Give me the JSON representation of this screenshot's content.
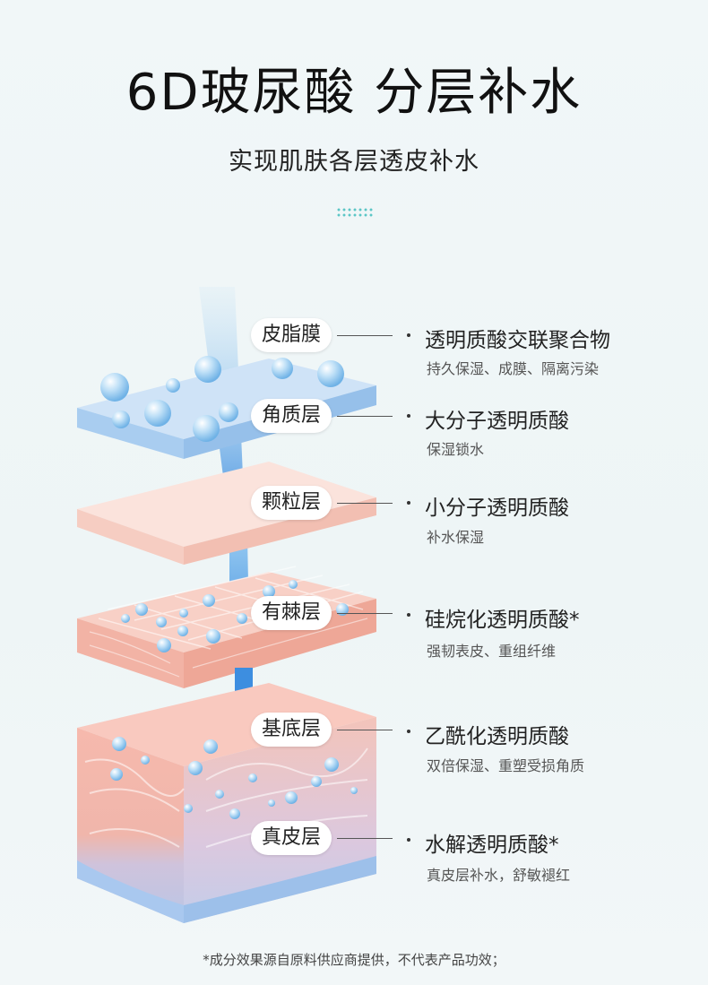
{
  "header": {
    "title": "6D玻尿酸 分层补水",
    "subtitle": "实现肌肤各层透皮补水"
  },
  "layers": [
    {
      "label": "皮脂膜",
      "title": "透明质酸交联聚合物",
      "desc": "持久保湿、成膜、隔离污染"
    },
    {
      "label": "角质层",
      "title": "大分子透明质酸",
      "desc": "保湿锁水"
    },
    {
      "label": "颗粒层",
      "title": "小分子透明质酸",
      "desc": "补水保湿"
    },
    {
      "label": "有棘层",
      "title": "硅烷化透明质酸*",
      "desc": "强韧表皮、重组纤维"
    },
    {
      "label": "基底层",
      "title": "乙酰化透明质酸",
      "desc": "双倍保湿、重塑受损角质"
    },
    {
      "label": "真皮层",
      "title": "水解透明质酸*",
      "desc": "真皮层补水，舒敏褪红"
    }
  ],
  "footnote": "*成分效果源自原料供应商提供，不代表产品功效；",
  "colors": {
    "accent_blue": "#3d8ee0",
    "layer_blue": "#a9cdf0",
    "layer_pink": "#f8d8d0",
    "layer_salmon": "#f2b3a5",
    "dermis_purple": "#c9c2dc",
    "dots_teal": "#5cc6c6"
  },
  "icons": [
    "water-droplet-icon",
    "down-arrow-icon"
  ]
}
